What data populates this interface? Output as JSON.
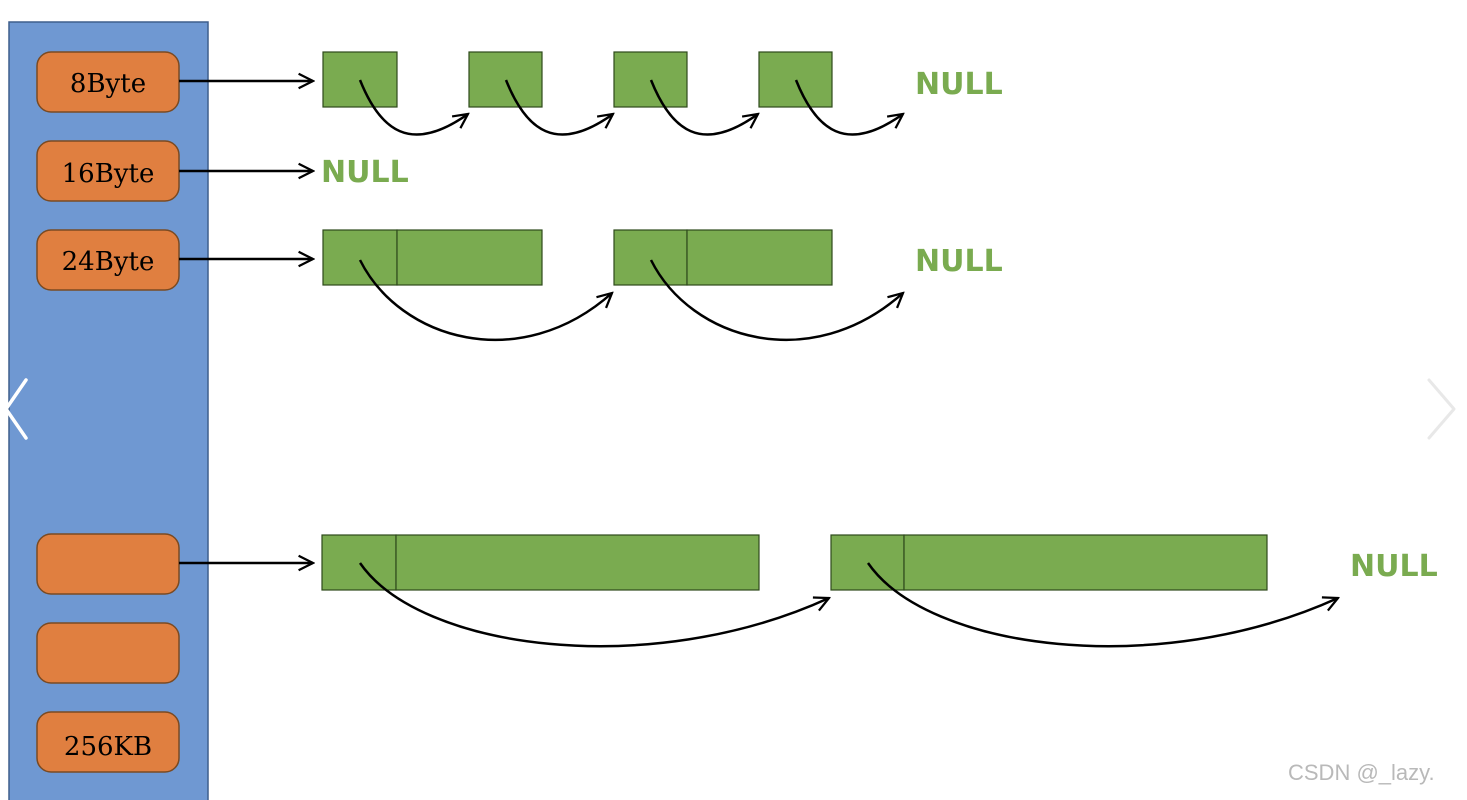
{
  "colors": {
    "panel": "#6f98d2",
    "bucket": "#e07f40",
    "block": "#7aab50",
    "null_text": "#7aab50",
    "arrow": "#000000",
    "watermark": "#b9b9b9"
  },
  "buckets": [
    {
      "label": "8Byte"
    },
    {
      "label": "16Byte"
    },
    {
      "label": "24Byte"
    },
    {
      "label": ""
    },
    {
      "label": ""
    },
    {
      "label": "256KB"
    }
  ],
  "null_label": "NULL",
  "watermark": "CSDN @_lazy.",
  "icons": {
    "prev": "chevron-left-icon",
    "next": "chevron-right-icon"
  }
}
